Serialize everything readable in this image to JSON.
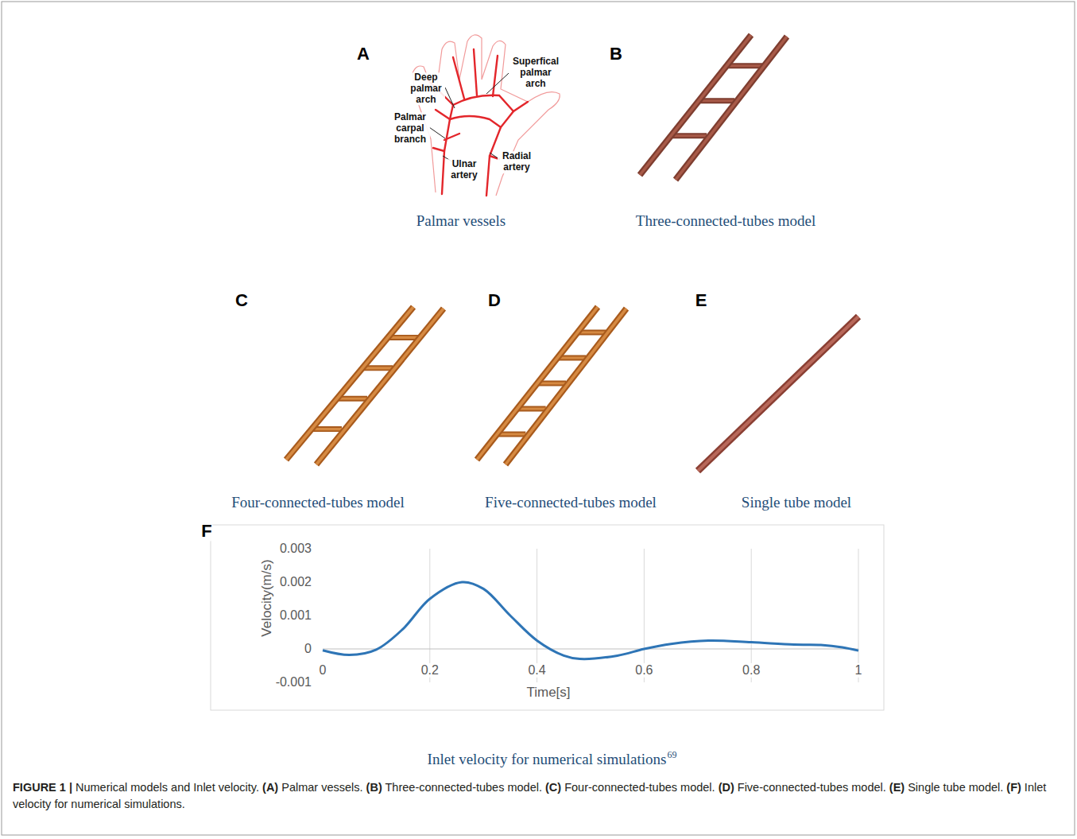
{
  "diagram": {
    "caption": "FIGURE 1 | Numerical models and Inlet velocity. (A) Palmar vessels. (B) Three-connected-tubes model. (C) Four-connected-tubes model. (D) Five-connected-tubes model. (E) Single tube model. (F) Inlet velocity for numerical simulations.",
    "labels": [
      "A",
      "Deep palmar arch",
      "Superfical palmar arch",
      "Palmar carpal branch",
      "Ulnar artery",
      "Radial artery",
      "Palmar vessels",
      "B",
      "Three-connected-tubes model",
      "C",
      "D",
      "E",
      "Four-connected-tubes model",
      "Five-connected-tubes model",
      "Single tube model",
      "F",
      "0.003",
      "0.002",
      "0.001",
      "0",
      "-0.001",
      "Velocity(m/s)",
      "0",
      "0.2",
      "0.4",
      "0.6",
      "0.8",
      "1",
      "Time[s]",
      "Inlet velocity for numerical simulations",
      "69"
    ]
  }
}
